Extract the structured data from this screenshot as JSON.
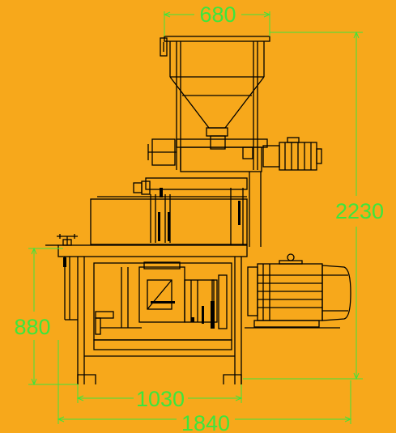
{
  "drawing": {
    "background_color": "#F7A81B",
    "line_color": "#000000",
    "dimension_color": "#3CE63C"
  },
  "dimensions": {
    "top_width": "680",
    "overall_height": "2230",
    "base_height": "880",
    "frame_width": "1030",
    "overall_width": "1840"
  }
}
